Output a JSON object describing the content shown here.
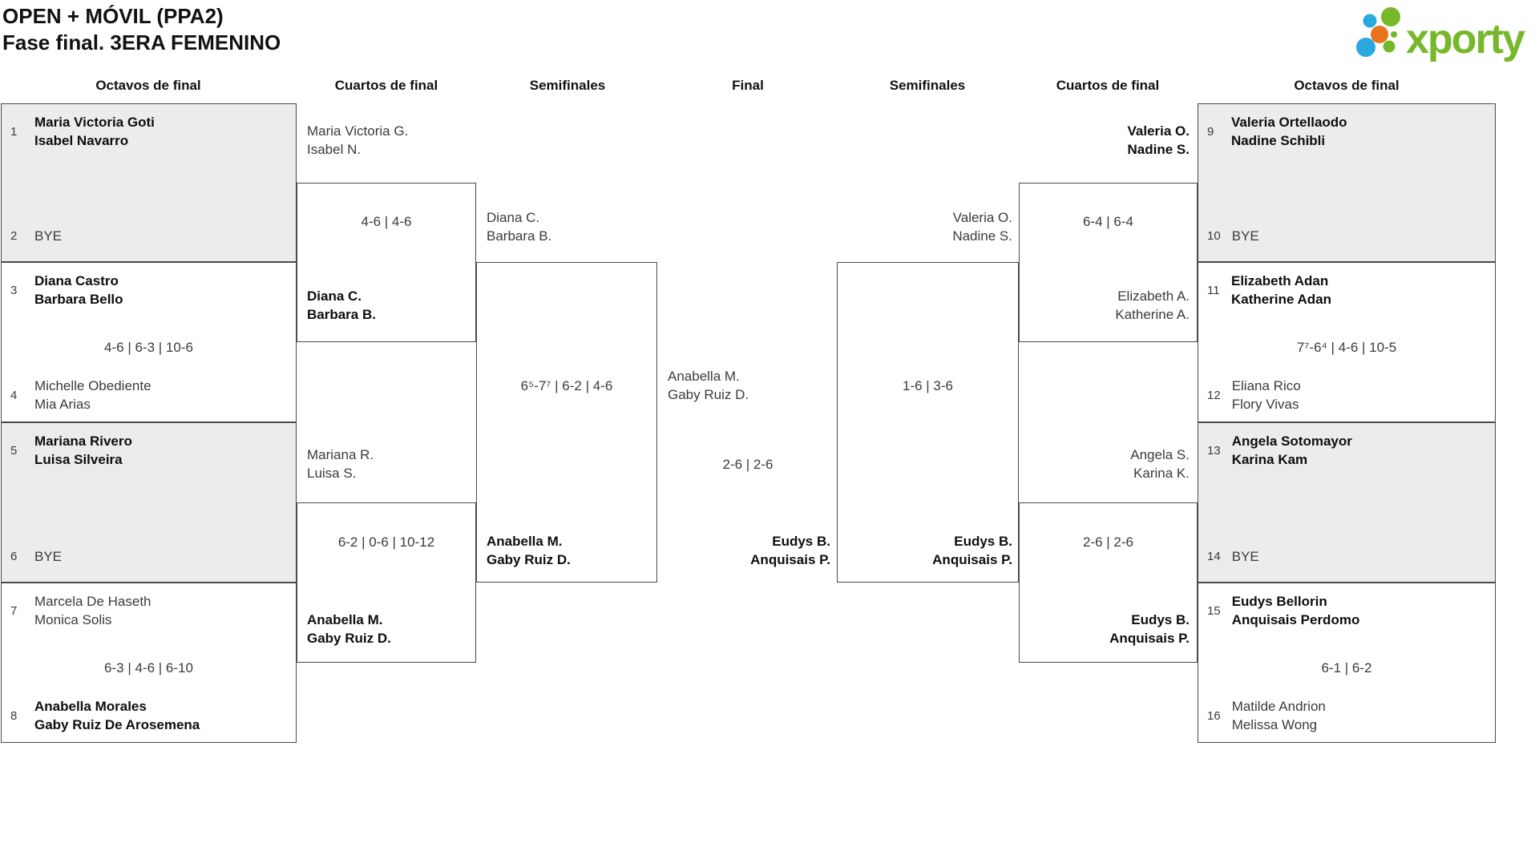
{
  "header": {
    "title_line1": "OPEN + MÓVIL (PPA2)",
    "title_line2": "Fase final. 3ERA FEMENINO",
    "logo_text": "xporty"
  },
  "columns": [
    "Octavos de final",
    "Cuartos de final",
    "Semifinales",
    "Final",
    "Semifinales",
    "Cuartos de final",
    "Octavos de final"
  ],
  "colors": {
    "logo_green": "#76b82a",
    "logo_blue": "#29a9e0",
    "logo_orange": "#e8731a",
    "box_fill": "#ececec",
    "line": "#4a4a4a"
  },
  "octavos_left": [
    {
      "seed_top": "1",
      "top": [
        "Maria Victoria Goti",
        "Isabel Navarro"
      ],
      "score": "",
      "seed_bottom": "2",
      "bottom": [
        "BYE"
      ]
    },
    {
      "seed_top": "3",
      "top": [
        "Diana Castro",
        "Barbara Bello"
      ],
      "score": "4-6 | 6-3 | 10-6",
      "seed_bottom": "4",
      "bottom": [
        "Michelle Obediente",
        "Mia Arias"
      ]
    },
    {
      "seed_top": "5",
      "top": [
        "Mariana Rivero",
        "Luisa Silveira"
      ],
      "score": "",
      "seed_bottom": "6",
      "bottom": [
        "BYE"
      ]
    },
    {
      "seed_top": "7",
      "top": [
        "Marcela De Haseth",
        "Monica Solis"
      ],
      "score": "6-3 | 4-6 | 6-10",
      "seed_bottom": "8",
      "bottom": [
        "Anabella Morales",
        "Gaby Ruiz De Arosemena"
      ]
    }
  ],
  "octavos_right": [
    {
      "seed_top": "9",
      "top": [
        "Valeria Ortellaodo",
        "Nadine Schibli"
      ],
      "score": "",
      "seed_bottom": "10",
      "bottom": [
        "BYE"
      ]
    },
    {
      "seed_top": "11",
      "top": [
        "Elizabeth Adan",
        "Katherine Adan"
      ],
      "score": "7⁷-6⁴ | 4-6 | 10-5",
      "seed_bottom": "12",
      "bottom": [
        "Eliana Rico",
        "Flory Vivas"
      ]
    },
    {
      "seed_top": "13",
      "top": [
        "Angela Sotomayor",
        "Karina Kam"
      ],
      "score": "",
      "seed_bottom": "14",
      "bottom": [
        "BYE"
      ]
    },
    {
      "seed_top": "15",
      "top": [
        "Eudys Bellorin",
        "Anquisais Perdomo"
      ],
      "score": "6-1 | 6-2",
      "seed_bottom": "16",
      "bottom": [
        "Matilde Andrion",
        "Melissa Wong"
      ]
    }
  ],
  "cuartos_left": [
    {
      "feeder": [
        "Maria Victoria G.",
        "Isabel N."
      ],
      "score": "4-6 | 4-6",
      "winner": [
        "Diana C.",
        "Barbara B."
      ]
    },
    {
      "feeder": [
        "Mariana R.",
        "Luisa S."
      ],
      "score": "6-2 | 0-6 | 10-12",
      "winner": [
        "Anabella M.",
        "Gaby Ruiz D."
      ]
    }
  ],
  "cuartos_right": [
    {
      "winner": [
        "Valeria O.",
        "Nadine S."
      ],
      "score": "6-4 | 6-4",
      "loser": [
        "Elizabeth A.",
        "Katherine A."
      ]
    },
    {
      "feeder": [
        "Angela S.",
        "Karina K."
      ],
      "score": "2-6 | 2-6",
      "winner": [
        "Eudys B.",
        "Anquisais P."
      ]
    }
  ],
  "semifinal_left": {
    "feeder": [
      "Diana C.",
      "Barbara B."
    ],
    "score": "6⁵-7⁷ | 6-2 | 4-6",
    "winner": [
      "Anabella M.",
      "Gaby Ruiz D."
    ]
  },
  "semifinal_right": {
    "feeder": [
      "Valeria O.",
      "Nadine S."
    ],
    "score": "1-6 | 3-6",
    "winner": [
      "Eudys B.",
      "Anquisais P."
    ]
  },
  "final": {
    "team_left": [
      "Anabella M.",
      "Gaby Ruiz D."
    ],
    "score": "2-6 | 2-6",
    "winner": [
      "Eudys B.",
      "Anquisais P."
    ]
  }
}
